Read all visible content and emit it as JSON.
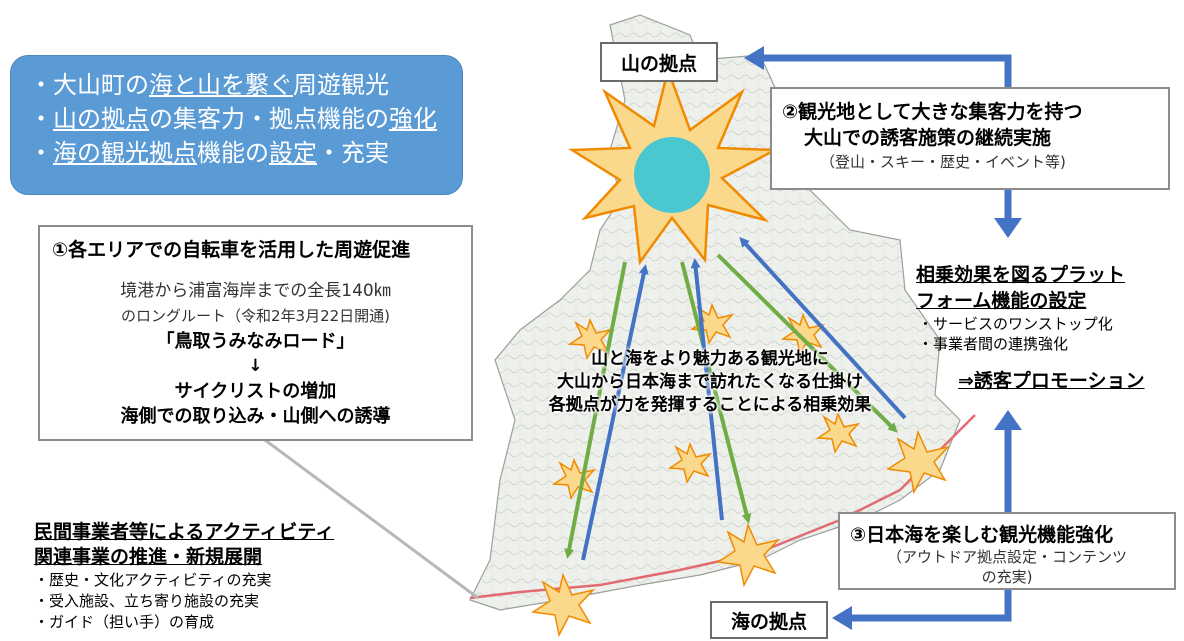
{
  "blue_box": {
    "line1": {
      "bullet": "・",
      "p1": "大山町の",
      "u1": "海と山を繋ぐ",
      "p2": "周遊観光"
    },
    "line2": {
      "bullet": "・",
      "u1": "山の拠点",
      "p1": "の集客力・拠点機能の",
      "u2": "強化"
    },
    "line3": {
      "bullet": "・",
      "u1": "海の観光拠点",
      "p1": "機能の",
      "u2": "設定",
      "p2": "・充実"
    }
  },
  "mountain_hub": "山の拠点",
  "sea_hub": "海の拠点",
  "box1": {
    "title": "①各エリアでの自転車を活用した周遊促進",
    "line1": "境港から浦富海岸までの全長140㎞",
    "line2": "のロングルート（令和2年3月22日開通)",
    "line3": "「鳥取うみなみロード」",
    "arrow": "↓",
    "line4": "サイクリストの増加",
    "line5": "海側での取り込み・山側への誘導"
  },
  "box2": {
    "line1": "②観光地として大きな集客力を持つ",
    "line2": "大山での誘客施策の継続実施",
    "line3": "（登山・スキー・歴史・イベント等)"
  },
  "box3": {
    "line1": "③日本海を楽しむ観光機能強化",
    "line2": "（アウトドア拠点設定・コンテンツ",
    "line3": "の充実)"
  },
  "platform": {
    "title1": "相乗効果を図るプラット",
    "title2": "フォーム機能の設定",
    "item1": "・サービスのワンストップ化",
    "item2": "・事業者間の連携強化",
    "promo": "⇒誘客プロモーション"
  },
  "activity": {
    "title1": "民間事業者等によるアクティビティ",
    "title2": "関連事業の推進・新規展開",
    "item1": "・歴史・文化アクティビティの充実",
    "item2": "・受入施設、立ち寄り施設の充実",
    "item3": "・ガイド（担い手）の育成"
  },
  "center_text": {
    "line1": "山と海をより魅力ある観光地に",
    "line2": "大山から日本海まで訪れたくなる仕掛け",
    "line3": "各拠点が力を発揮することによる相乗効果"
  },
  "colors": {
    "blue_box": "#5b9bd5",
    "arrow_blue": "#4472c4",
    "arrow_green": "#70ad47",
    "star_fill": "#fbd98c",
    "star_stroke": "#f08a00",
    "circle": "#4bc7d0"
  }
}
